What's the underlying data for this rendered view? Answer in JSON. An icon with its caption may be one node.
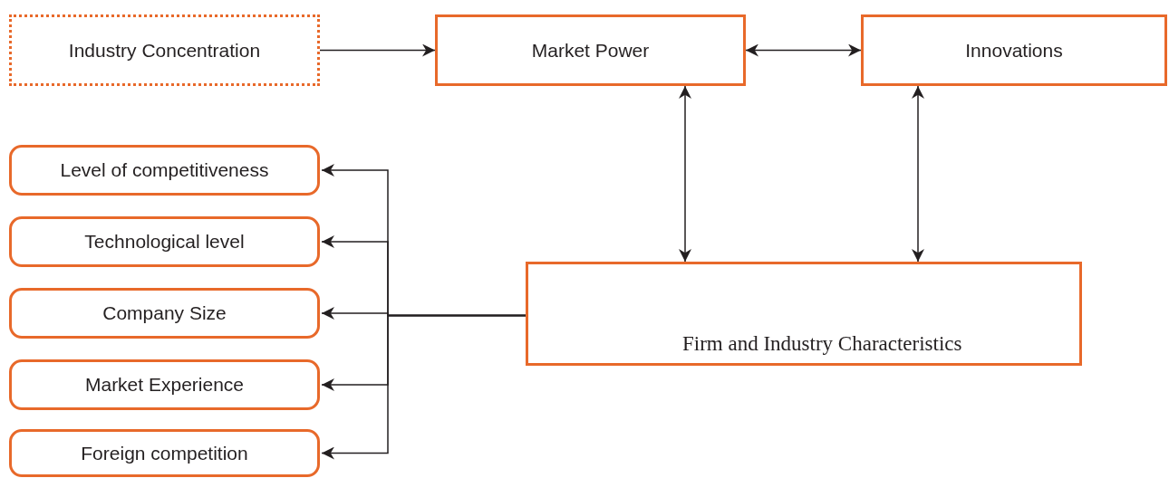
{
  "diagram": {
    "nodes": [
      {
        "text": [
          "Industry Concentration"
        ]
      },
      {
        "text": [
          "Market Power"
        ]
      },
      {
        "text": [
          "Innovations"
        ]
      },
      {
        "text": [
          "Level of competitiveness"
        ]
      },
      {
        "text": [
          "Technological level"
        ]
      },
      {
        "text": [
          "Company Size"
        ]
      },
      {
        "text": [
          "Market Experience"
        ]
      },
      {
        "text": [
          "Foreign competition"
        ]
      },
      {
        "text": [
          "Firm and Industry Characteristics"
        ]
      }
    ],
    "edges": [
      {
        "from": 0,
        "to": 1,
        "arrow": "to"
      },
      {
        "from": 1,
        "to": 2,
        "arrow": "both"
      },
      {
        "from": 1,
        "to": 8,
        "arrow": "both"
      },
      {
        "from": 2,
        "to": 8,
        "arrow": "both"
      },
      {
        "from": 8,
        "to": 3,
        "arrow": "to"
      },
      {
        "from": 8,
        "to": 4,
        "arrow": "to"
      },
      {
        "from": 8,
        "to": 5,
        "arrow": "to"
      },
      {
        "from": 8,
        "to": 6,
        "arrow": "to"
      },
      {
        "from": 8,
        "to": 7,
        "arrow": "to"
      }
    ]
  }
}
